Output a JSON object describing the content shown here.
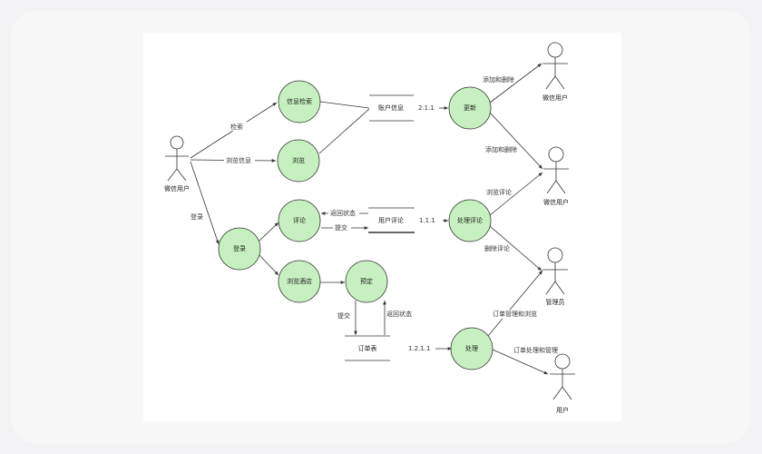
{
  "diagram": {
    "nodes": {
      "info_search": "信息检索",
      "browse": "浏览",
      "update": "更新",
      "comment": "评论",
      "login": "登录",
      "process_comment": "处理评论",
      "browse_hotel": "浏览酒店",
      "reserve": "预定",
      "process": "处理"
    },
    "actors": {
      "wechat_user_left": "微信用户",
      "wechat_user_top": "微信用户",
      "wechat_user_mid": "微信用户",
      "admin": "管理员",
      "user": "用户"
    },
    "datastores": {
      "account_info": "账户信息",
      "user_comment": "用户评论",
      "order_table": "订单表"
    },
    "edges": {
      "search": "检索",
      "browse_info": "浏览信息",
      "login": "登录",
      "return_status": "返回状态",
      "submit": "提交",
      "submit2": "提交",
      "return_status2": "返回状态",
      "id_211": "2.1.1",
      "id_111": "1.1.1",
      "id_1211": "1.2.1.1",
      "add_delete": "添加和删除",
      "add_delete2": "添加和删除",
      "browse_comment": "浏览评论",
      "delete_comment": "删除评论",
      "order_manage_browse": "订单管理和浏览",
      "order_process_manage": "订单处理和管理"
    }
  }
}
